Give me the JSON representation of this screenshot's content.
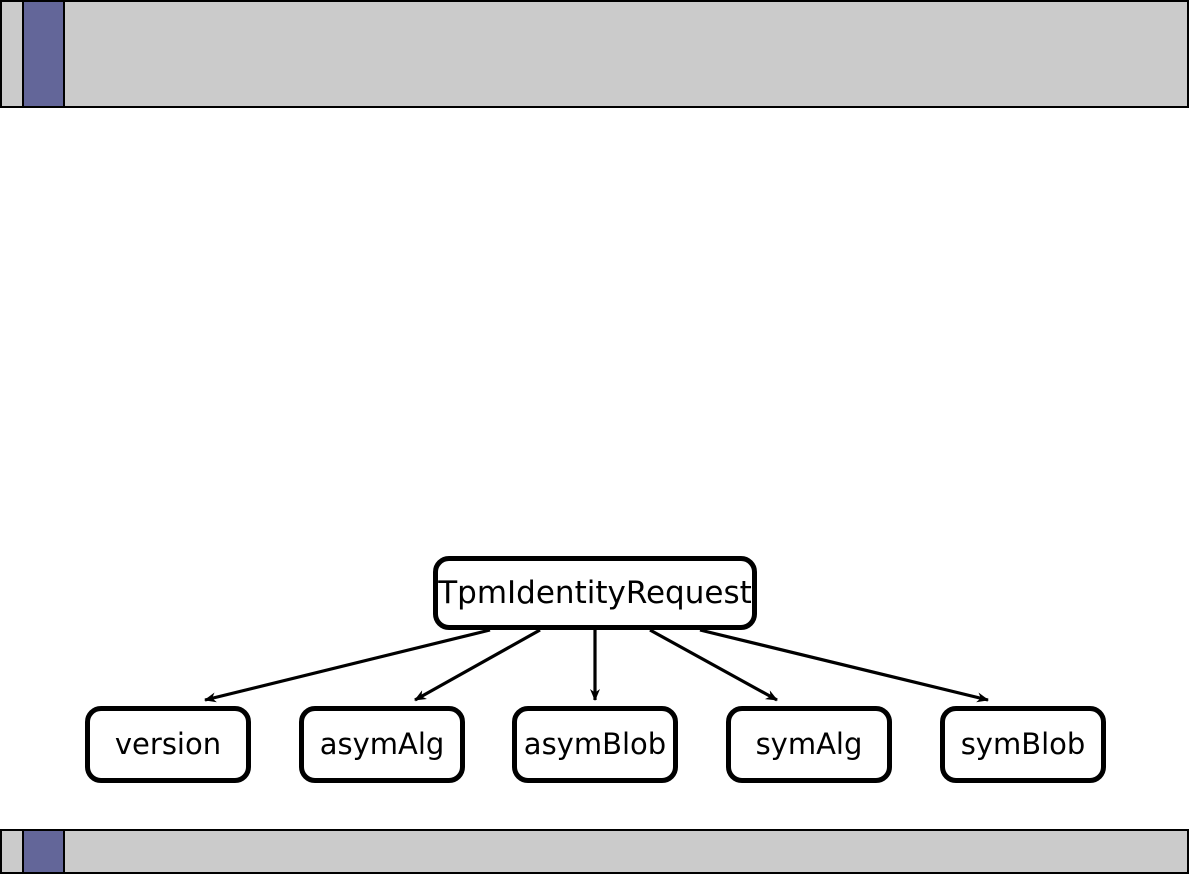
{
  "slide": {
    "header": {
      "accent_color": "#636699",
      "bar_color": "#cbcbcb",
      "title": ""
    },
    "footer": {
      "accent_color": "#636699",
      "bar_color": "#cbcbcb",
      "title": ""
    }
  },
  "diagram": {
    "type": "tree",
    "orientation": "top-down",
    "root": {
      "id": "tpm-identity-request",
      "label": "TpmIdentityRequest"
    },
    "children": [
      {
        "id": "version",
        "label": "version"
      },
      {
        "id": "asymAlg",
        "label": "asymAlg"
      },
      {
        "id": "asymBlob",
        "label": "asymBlob"
      },
      {
        "id": "symAlg",
        "label": "symAlg"
      },
      {
        "id": "symBlob",
        "label": "symBlob"
      }
    ],
    "edges": [
      {
        "from": "TpmIdentityRequest",
        "to": "version",
        "arrow": "open-head"
      },
      {
        "from": "TpmIdentityRequest",
        "to": "asymAlg",
        "arrow": "open-head"
      },
      {
        "from": "TpmIdentityRequest",
        "to": "asymBlob",
        "arrow": "open-head"
      },
      {
        "from": "TpmIdentityRequest",
        "to": "symAlg",
        "arrow": "open-head"
      },
      {
        "from": "TpmIdentityRequest",
        "to": "symBlob",
        "arrow": "open-head"
      }
    ],
    "style": {
      "node_fill": "#ffffff",
      "node_stroke": "#000000",
      "edge_stroke": "#000000",
      "node_corner_radius": 16
    }
  }
}
